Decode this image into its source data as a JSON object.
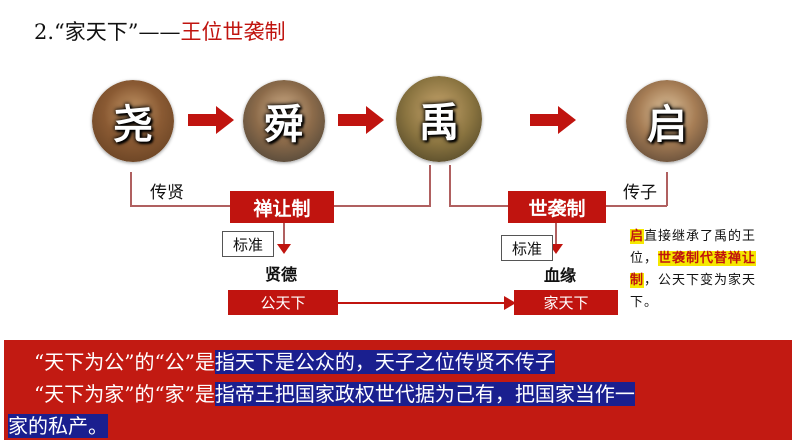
{
  "title": {
    "number": "2.",
    "prefix": "“家天下”——",
    "highlight": "王位世袭制"
  },
  "rulers": [
    {
      "name": "尧"
    },
    {
      "name": "舜"
    },
    {
      "name": "禹"
    },
    {
      "name": "启"
    }
  ],
  "left_group": {
    "branch_label": "传贤",
    "system": "禅让制",
    "standard_label": "标准",
    "standard_value": "贤德",
    "result": "公天下"
  },
  "right_group": {
    "branch_label": "传子",
    "system": "世袭制",
    "standard_label": "标准",
    "standard_value": "血缘",
    "result": "家天下"
  },
  "note": {
    "part1": "启",
    "part2": "直接继承了禹的王位，",
    "part3": "世袭制代替禅让制",
    "part4": "，公天下变为家天下。"
  },
  "panel": {
    "line1_a": "“天下为公”的“公”是",
    "line1_b": "指天下是公众的，天子之位传贤不传子",
    "line2_a": "“天下为家”的“家”是",
    "line2_b": "指帝王把国家政权世代据为己有，把国家当作一",
    "line3": "家的私产。"
  },
  "colors": {
    "accent_red": "#c0140f",
    "highlight_yellow": "#f5e800",
    "navy": "#1a1f8f"
  }
}
